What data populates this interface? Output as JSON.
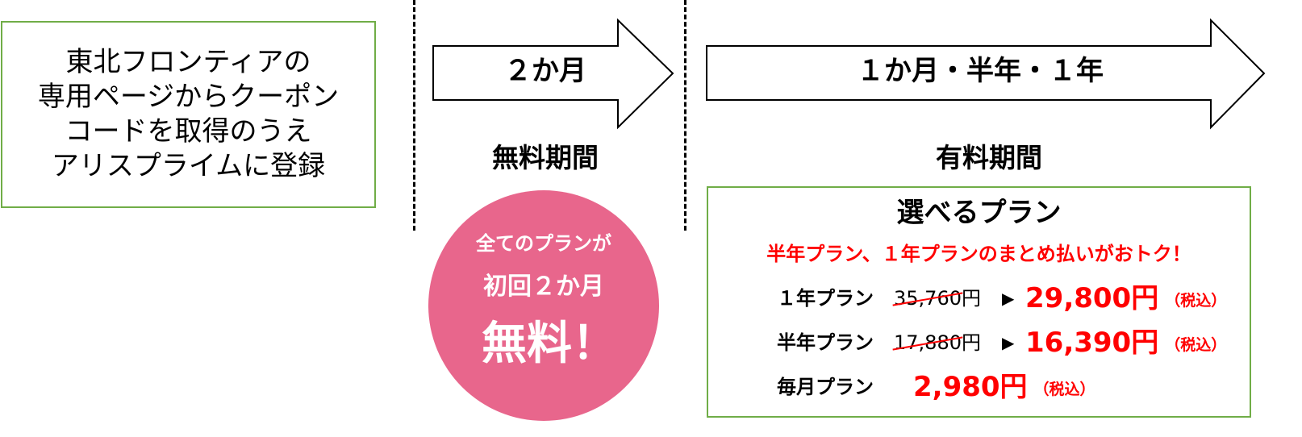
{
  "intro_box": {
    "lines": [
      "東北フロンティアの",
      "専用ページからクーポン",
      "コードを取得のうえ",
      "アリスプライムに登録"
    ]
  },
  "free_period": {
    "arrow_label": "２か月",
    "label": "無料期間"
  },
  "paid_period": {
    "arrow_label": "１か月・半年・１年",
    "label": "有料期間"
  },
  "free_badge": {
    "line1": "全てのプランが",
    "line2": "初回２か月",
    "line3": "無料！"
  },
  "plans": {
    "title": "選べるプラン",
    "promo": "半年プラン、１年プランのまとめ払いがおトク！",
    "arrow_glyph": "▶",
    "items": [
      {
        "name": "１年プラン",
        "old_amount": "35,760",
        "old_unit": "円",
        "new_price": "29,800円",
        "tax": "（税込）"
      },
      {
        "name": "半年プラン",
        "old_amount": "17,880",
        "old_unit": "円",
        "new_price": "16,390円",
        "tax": "（税込）"
      },
      {
        "name": "毎月プラン",
        "new_price": "2,980円",
        "tax": "（税込）"
      }
    ]
  },
  "colors": {
    "box_border": "#70ad47",
    "badge_fill": "#e8668c",
    "price_red": "#ff0000"
  }
}
